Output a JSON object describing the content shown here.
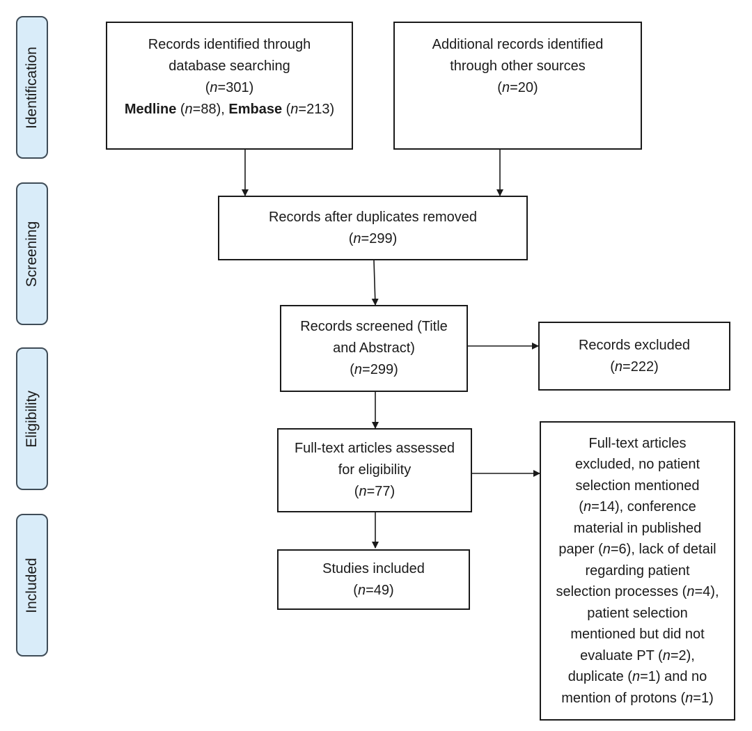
{
  "phases": {
    "identification": "Identification",
    "screening": "Screening",
    "eligibility": "Eligibility",
    "included": "Included"
  },
  "boxes": {
    "database": {
      "line1": "Records identified through",
      "line2": "database searching",
      "n_label": "n",
      "n_value": "=301",
      "src1_name": "Medline",
      "src1_n": "n",
      "src1_value": "=88), ",
      "src2_name": "Embase",
      "src2_n": "n",
      "src2_value": "=213)"
    },
    "other": {
      "line1": "Additional records identified",
      "line2": "through other sources",
      "n_label": "n",
      "n_value": "=20"
    },
    "duplicates": {
      "line1": "Records after duplicates removed",
      "n_label": "n",
      "n_value": "=299"
    },
    "screened": {
      "line1": "Records screened (Title",
      "line2": "and Abstract)",
      "n_label": "n",
      "n_value": "=299"
    },
    "excluded": {
      "line1": "Records excluded",
      "n_label": "n",
      "n_value": "=222"
    },
    "fulltext": {
      "line1": "Full-text articles assessed",
      "line2": "for eligibility",
      "n_label": "n",
      "n_value": "=77"
    },
    "included": {
      "line1": "Studies included",
      "n_label": "n",
      "n_value": "=49"
    },
    "fulltext_excluded": {
      "l1": "Full-text articles",
      "l2": "excluded, no patient",
      "l3": "selection mentioned",
      "l4_n": "n",
      "l4_rest": "=14), conference",
      "l5": "material in published",
      "l6_pre": "paper (",
      "l6_n": "n",
      "l6_rest": "=6), lack of detail",
      "l7": "regarding patient",
      "l8_pre": "selection processes (",
      "l8_n": "n",
      "l8_rest": "=4),",
      "l9": "patient selection",
      "l10": "mentioned but did not",
      "l11_pre": "evaluate PT (",
      "l11_n": "n",
      "l11_rest": "=2),",
      "l12_pre": "duplicate (",
      "l12_n": "n",
      "l12_rest": "=1) and no",
      "l13_pre": "mention of protons (",
      "l13_n": "n",
      "l13_rest": "=1)"
    }
  }
}
